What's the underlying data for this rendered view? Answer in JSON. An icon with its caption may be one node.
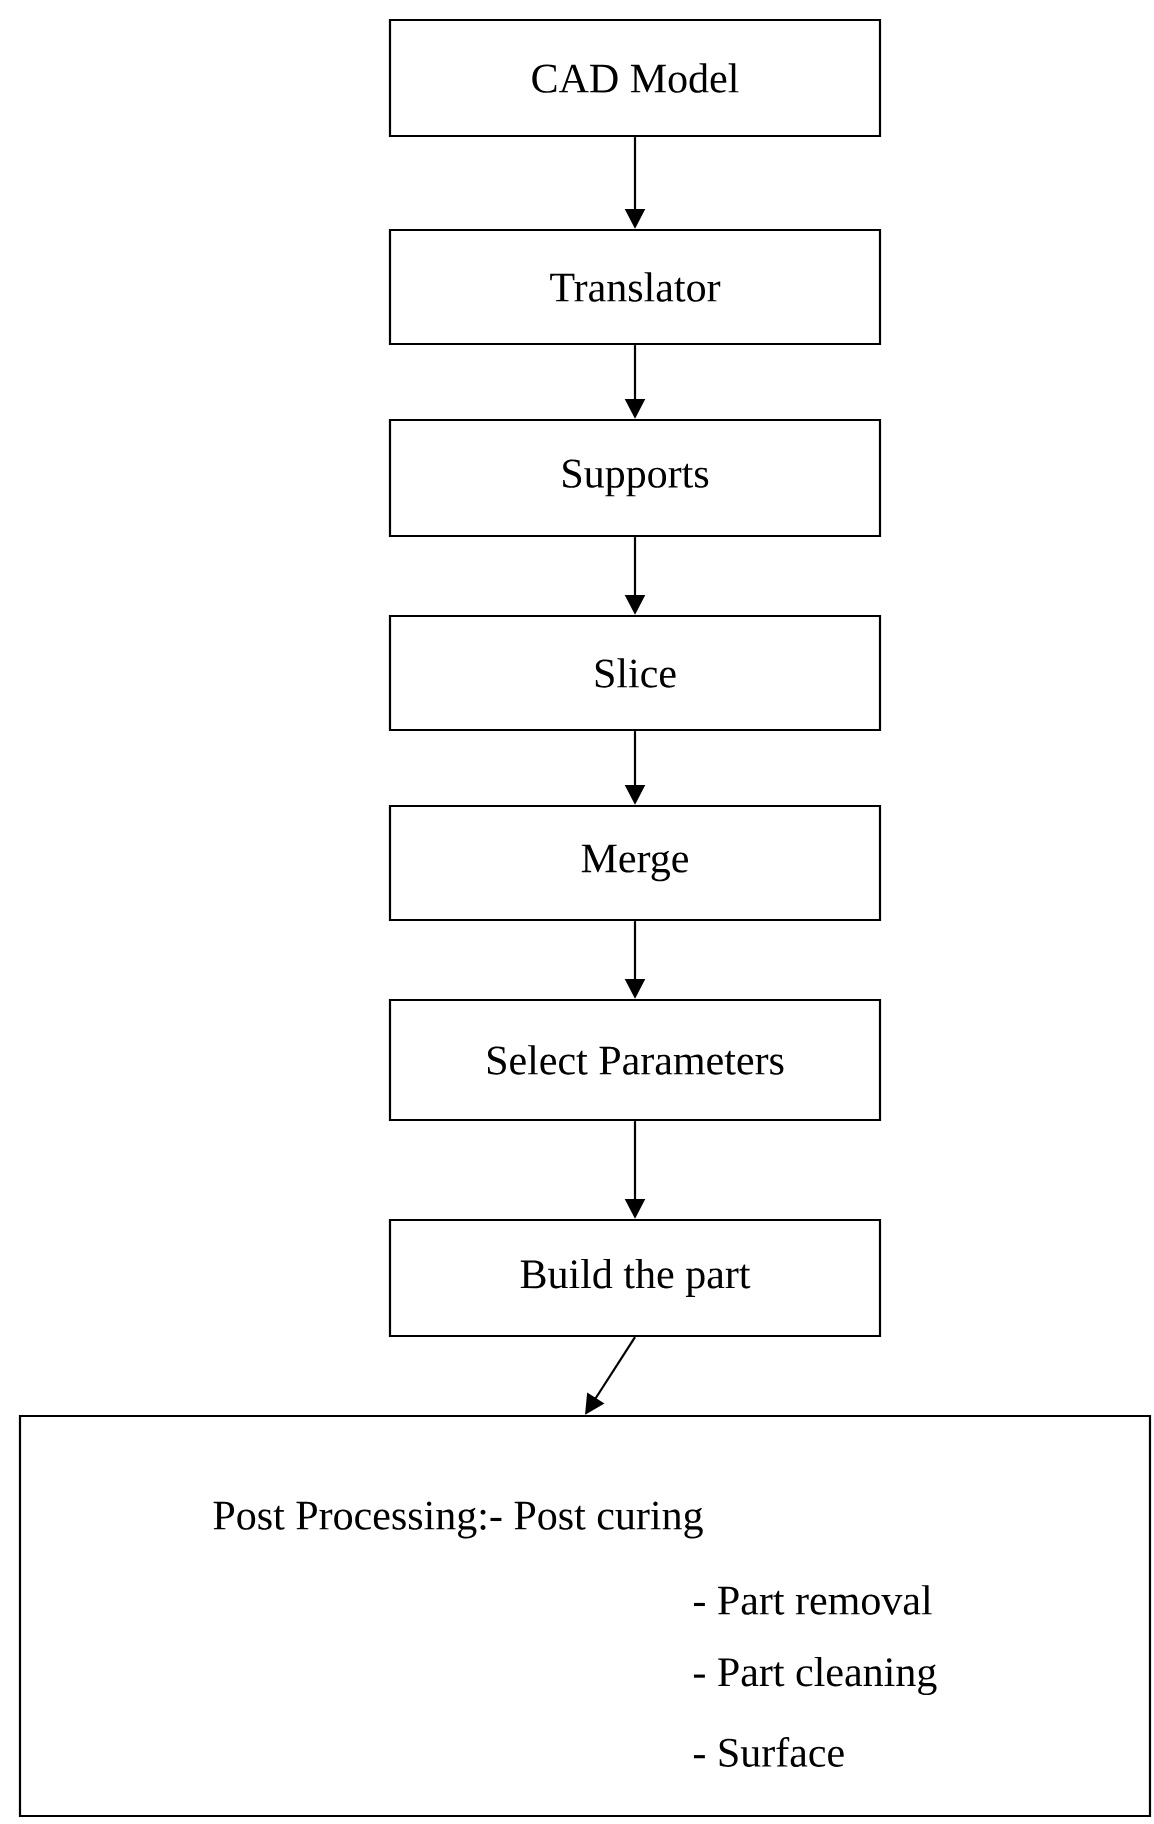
{
  "diagram": {
    "nodes": [
      {
        "text": [
          "CAD Model"
        ]
      },
      {
        "text": [
          "Translator"
        ]
      },
      {
        "text": [
          "Supports"
        ]
      },
      {
        "text": [
          "Slice"
        ]
      },
      {
        "text": [
          "Merge"
        ]
      },
      {
        "text": [
          "Select Parameters"
        ]
      },
      {
        "text": [
          "Build the part"
        ]
      },
      {
        "text": [
          "Post Processing:- Post curing",
          "- Part removal",
          "- Part cleaning",
          "- Surface"
        ]
      }
    ],
    "edges": [
      {
        "from": 0,
        "to": 1,
        "arrow": "to"
      },
      {
        "from": 1,
        "to": 2,
        "arrow": "to"
      },
      {
        "from": 2,
        "to": 3,
        "arrow": "to"
      },
      {
        "from": 3,
        "to": 4,
        "arrow": "to"
      },
      {
        "from": 4,
        "to": 5,
        "arrow": "to"
      },
      {
        "from": 5,
        "to": 6,
        "arrow": "to"
      },
      {
        "from": 6,
        "to": 7,
        "arrow": "to"
      }
    ]
  }
}
